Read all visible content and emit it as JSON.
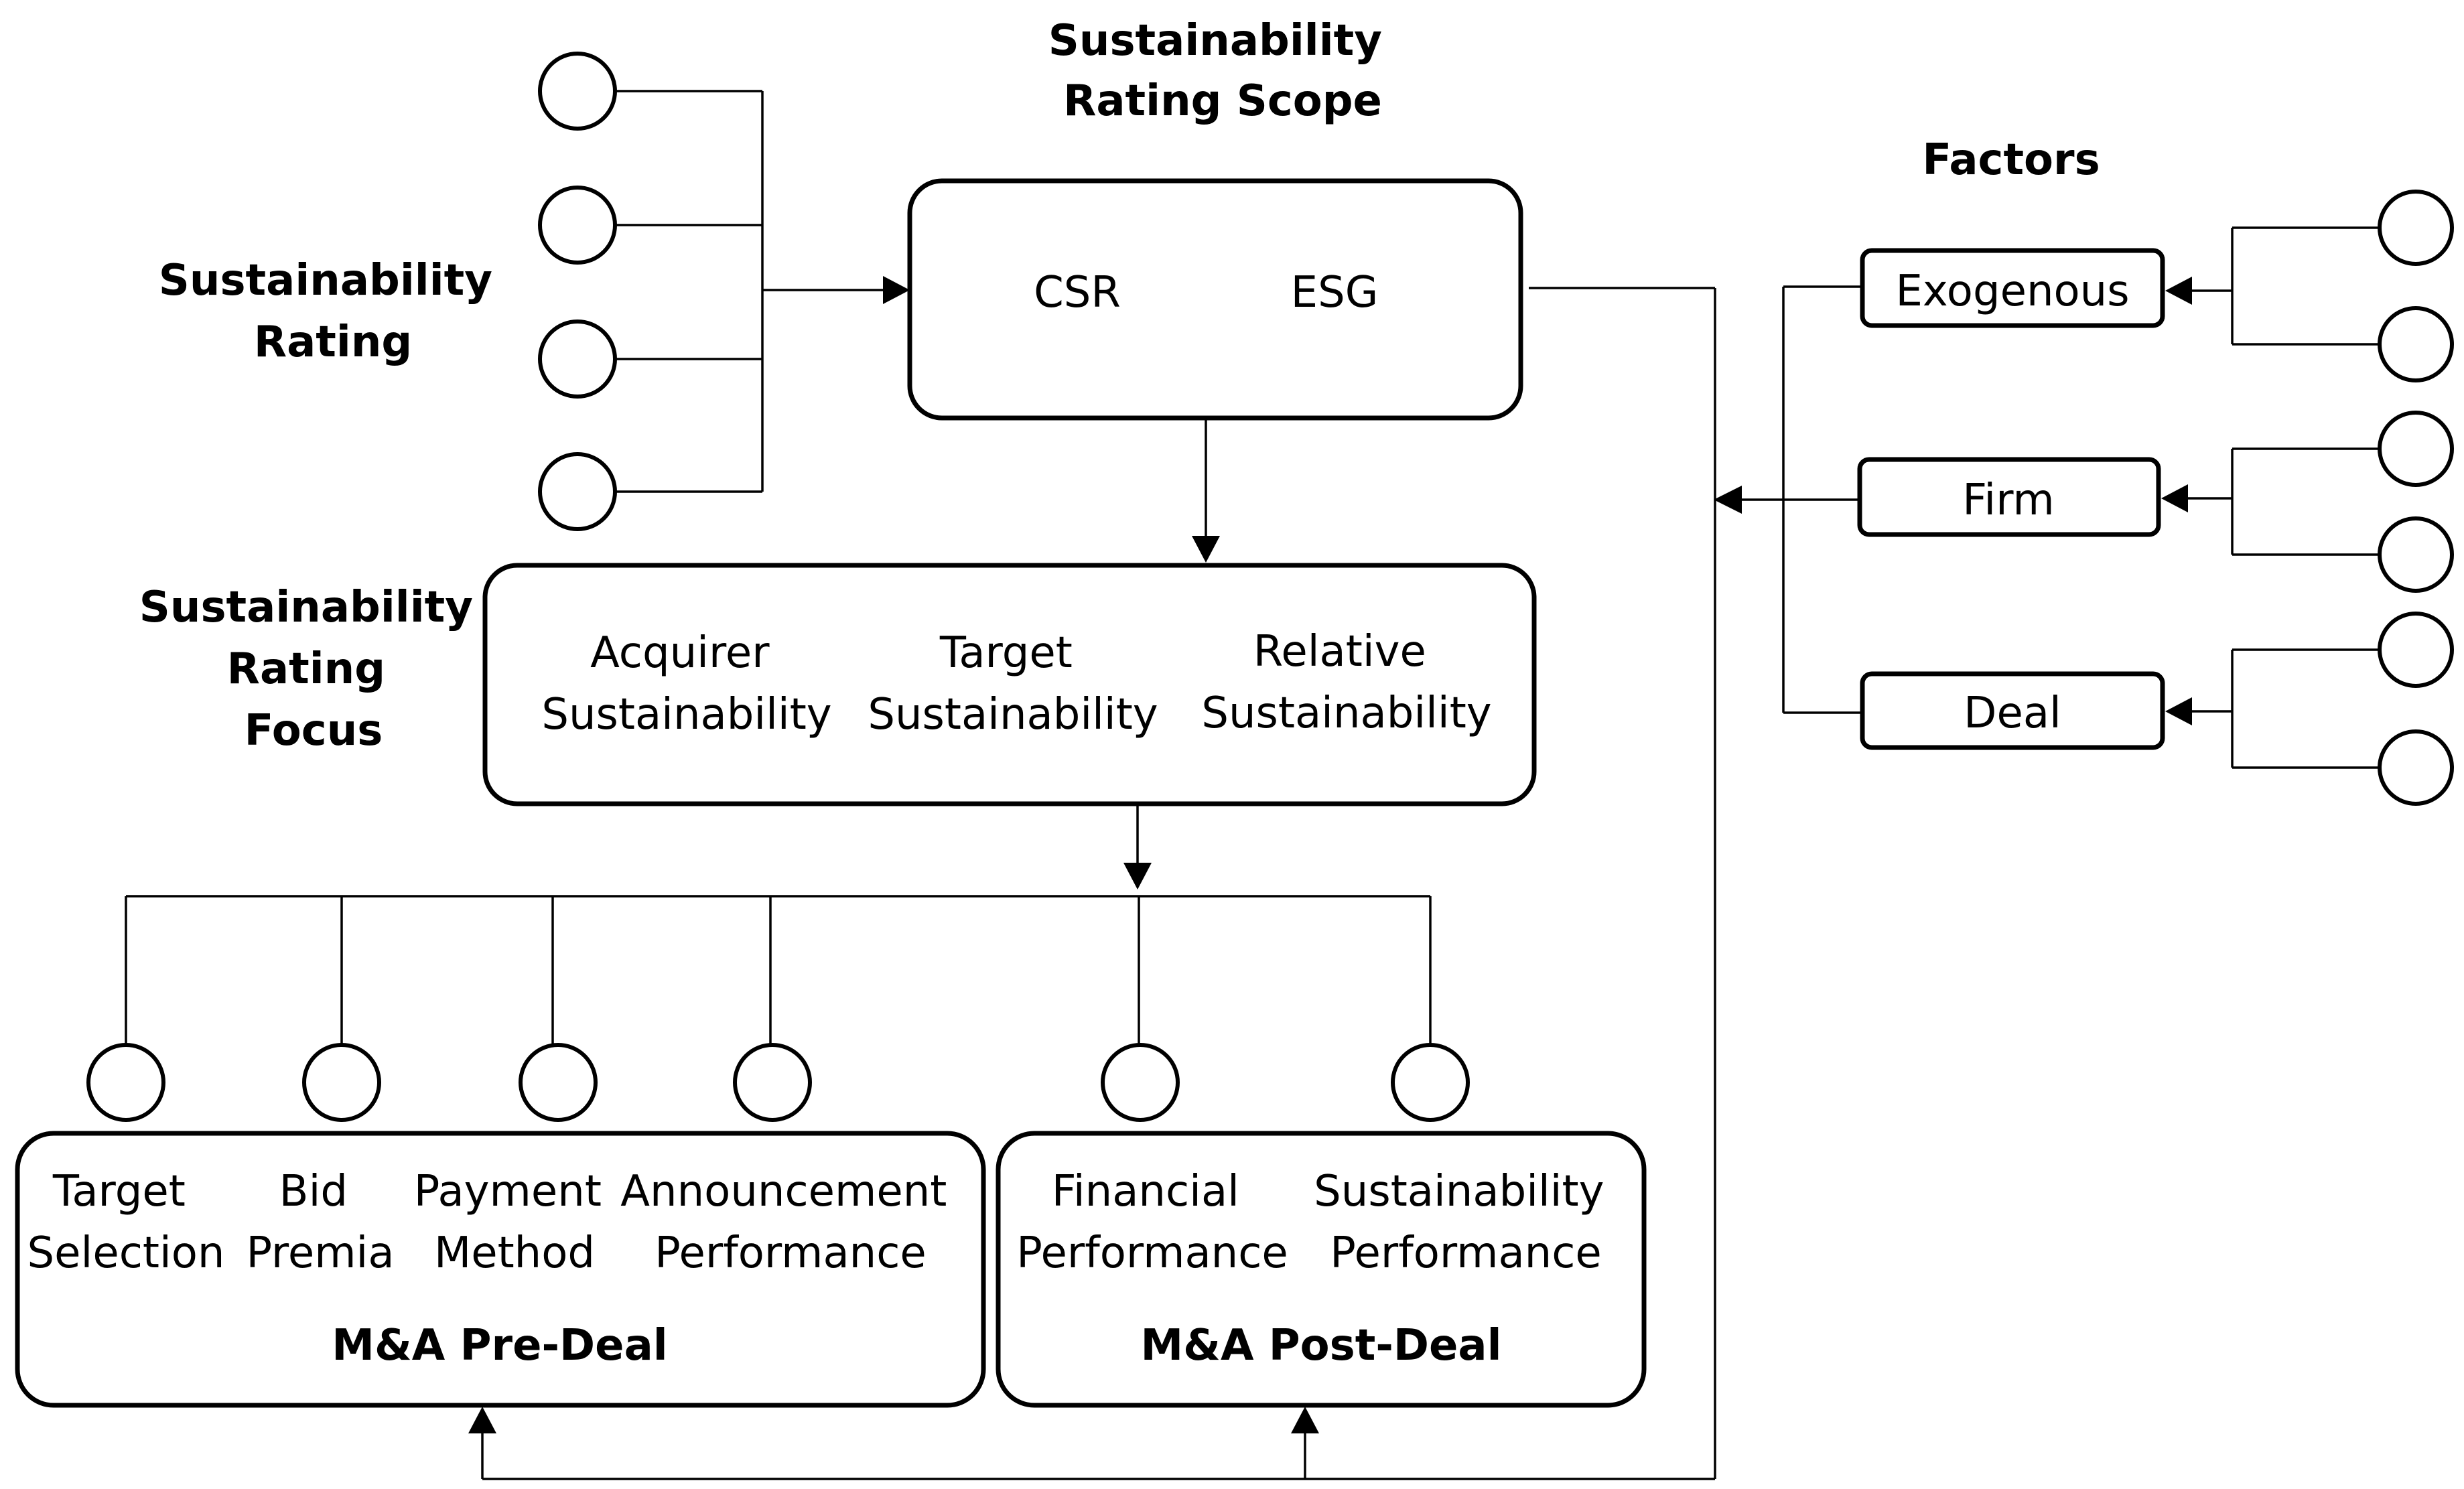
{
  "headings": {
    "sustainability_rating": [
      "Sustainability",
      "Rating"
    ],
    "rating_scope": [
      "Sustainability",
      "Rating Scope"
    ],
    "rating_focus": [
      "Sustainability",
      "Rating",
      "Focus"
    ],
    "factors": "Factors"
  },
  "scope_box": {
    "items": [
      "CSR",
      "ESG"
    ]
  },
  "focus_box": {
    "items": [
      [
        "Acquirer",
        "Sustainability"
      ],
      [
        "Target",
        "Sustainability"
      ],
      [
        "Relative",
        "Sustainability"
      ]
    ]
  },
  "factor_boxes": [
    "Exogenous",
    "Firm",
    "Deal"
  ],
  "pre_deal": {
    "title": "M&A Pre-Deal",
    "items": [
      [
        "Target",
        "Selection"
      ],
      [
        "Bid",
        "Premia"
      ],
      [
        "Payment",
        "Method"
      ],
      [
        "Announcement",
        "Performance"
      ]
    ]
  },
  "post_deal": {
    "title": "M&A Post-Deal",
    "items": [
      [
        "Financial",
        "Performance"
      ],
      [
        "Sustainability",
        "Performance"
      ]
    ]
  },
  "colors": {
    "stroke": "#000000",
    "background": "#ffffff"
  }
}
